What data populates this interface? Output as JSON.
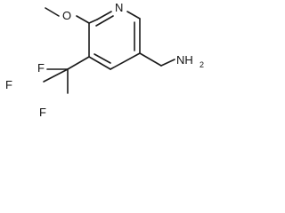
{
  "molecule": {
    "atoms": {
      "o": "O",
      "n_ring": "N",
      "f_top": "F",
      "f_left": "F",
      "f_bottom": "F",
      "amine_n": "NH",
      "amine_sub": "2"
    }
  }
}
